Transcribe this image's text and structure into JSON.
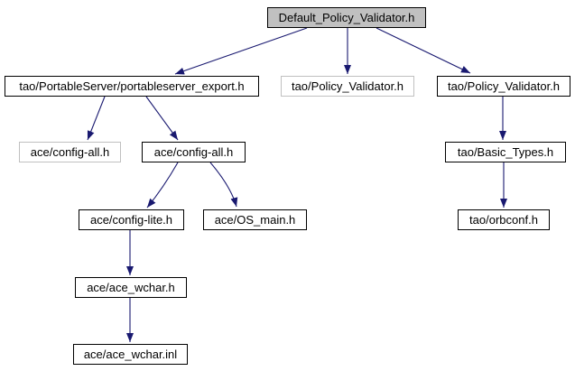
{
  "diagram": {
    "kind": "include-dependency-graph",
    "root": "Default_Policy_Validator.h",
    "colors": {
      "arrow": "#191970",
      "node_fill": "#ffffff",
      "node_border": "#000000",
      "current_node_fill": "#c0c0c0",
      "truncated_node_border": "#c0c0c0",
      "text": "#000000",
      "background": "#ffffff"
    },
    "nodes": [
      {
        "id": "default_policy_validator",
        "label": "Default_Policy_Validator.h",
        "variant": "current"
      },
      {
        "id": "portableserver_export",
        "label": "tao/PortableServer/portableserver_export.h",
        "variant": "normal"
      },
      {
        "id": "policy_validator_truncated",
        "label": "tao/Policy_Validator.h",
        "variant": "truncated"
      },
      {
        "id": "policy_validator",
        "label": "tao/Policy_Validator.h",
        "variant": "normal"
      },
      {
        "id": "config_all_truncated",
        "label": "ace/config-all.h",
        "variant": "truncated"
      },
      {
        "id": "config_all",
        "label": "ace/config-all.h",
        "variant": "normal"
      },
      {
        "id": "basic_types",
        "label": "tao/Basic_Types.h",
        "variant": "normal"
      },
      {
        "id": "config_lite",
        "label": "ace/config-lite.h",
        "variant": "normal"
      },
      {
        "id": "os_main",
        "label": "ace/OS_main.h",
        "variant": "normal"
      },
      {
        "id": "orbconf",
        "label": "tao/orbconf.h",
        "variant": "normal"
      },
      {
        "id": "ace_wchar_h",
        "label": "ace/ace_wchar.h",
        "variant": "normal"
      },
      {
        "id": "ace_wchar_inl",
        "label": "ace/ace_wchar.inl",
        "variant": "normal"
      }
    ],
    "edges": [
      {
        "from": "default_policy_validator",
        "to": "portableserver_export"
      },
      {
        "from": "default_policy_validator",
        "to": "policy_validator_truncated"
      },
      {
        "from": "default_policy_validator",
        "to": "policy_validator"
      },
      {
        "from": "portableserver_export",
        "to": "config_all_truncated"
      },
      {
        "from": "portableserver_export",
        "to": "config_all"
      },
      {
        "from": "config_all",
        "to": "config_lite"
      },
      {
        "from": "config_all",
        "to": "os_main"
      },
      {
        "from": "policy_validator",
        "to": "basic_types"
      },
      {
        "from": "basic_types",
        "to": "orbconf"
      },
      {
        "from": "config_lite",
        "to": "ace_wchar_h"
      },
      {
        "from": "ace_wchar_h",
        "to": "ace_wchar_inl"
      }
    ]
  }
}
